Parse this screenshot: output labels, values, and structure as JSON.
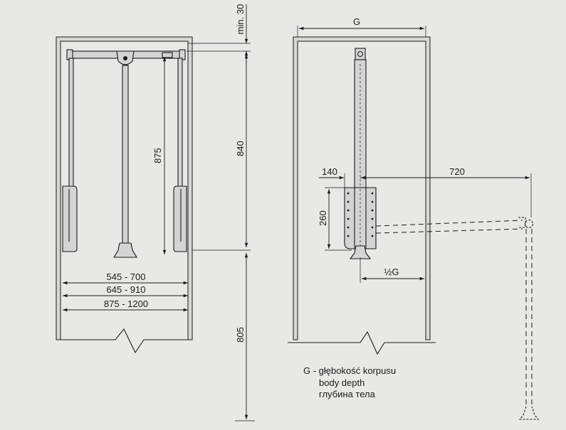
{
  "dimensions": {
    "min_top": "min. 30",
    "rod_height": "840",
    "floor_height": "805",
    "lift_length": "875",
    "width_range_1": "545 - 700",
    "width_range_2": "645 - 910",
    "width_range_3": "875 - 1200",
    "depth": "G",
    "offset": "140",
    "reach": "720",
    "bracket_height": "260",
    "half_depth": "½G"
  },
  "legend": {
    "line1": "G - głębokość korpusu",
    "line2": "body depth",
    "line3": "глубина тела"
  }
}
